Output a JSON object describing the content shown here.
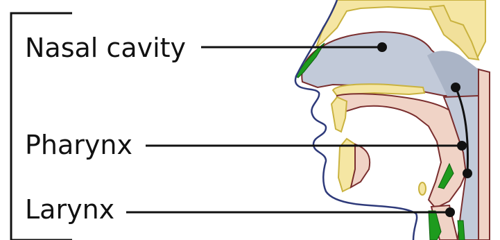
{
  "labels": {
    "nasal_cavity": "Nasal cavity",
    "pharynx": "Pharynx",
    "larynx": "Larynx"
  },
  "colors": {
    "background": "#ffffff",
    "line": "#111111",
    "bone": "#f5e6a3",
    "bone_outline": "#c9b23f",
    "airway": "#c2cad9",
    "airway_dark": "#aab4c6",
    "tissue": "#f0d3c6",
    "tissue_outline": "#7a2e2e",
    "skin_outline": "#2e3a7a",
    "mucosa": "#1e9b1e",
    "cartilage": "#e8e0b0"
  },
  "icons": {
    "bracket": "upper-respiratory-bracket",
    "pointer": "label-pointer-dot"
  }
}
